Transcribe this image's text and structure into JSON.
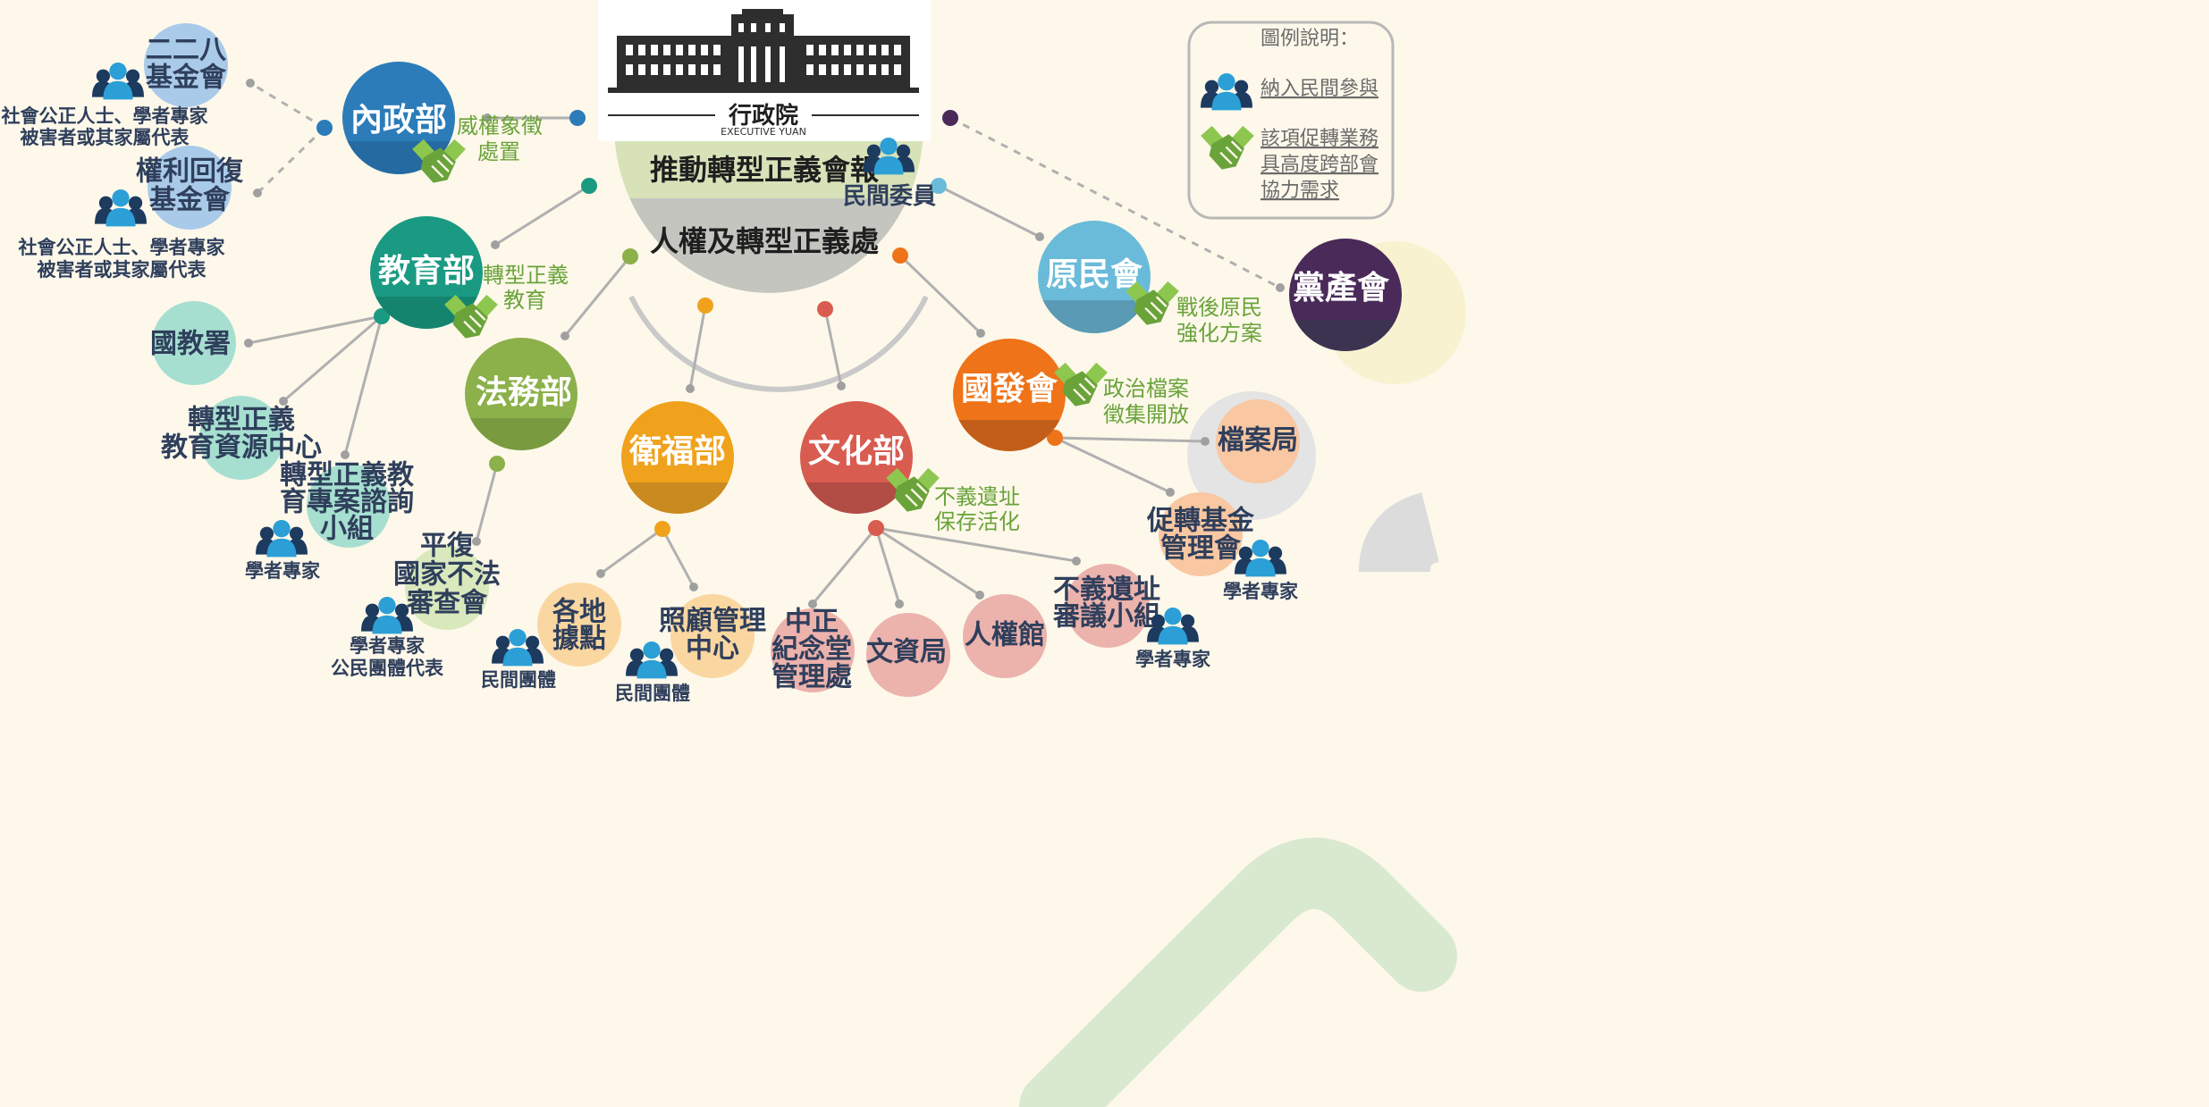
{
  "center": {
    "name": "行政院",
    "name_en": "EXECUTIVE YUAN",
    "committee": "推動轉型正義會報",
    "committee_member": "民間委員",
    "office": "人權及轉型正義處"
  },
  "legend": {
    "title": "圖例說明：",
    "civil_participation": "納入民間參與",
    "cross_agency": [
      "該項促轉業務",
      "具高度跨部會",
      "協力需求"
    ]
  },
  "ministries": {
    "interior": "內政部",
    "education": "教育部",
    "justice": "法務部",
    "health": "衛福部",
    "culture": "文化部",
    "ndc": "國發會",
    "indigenous": "原民會",
    "party_assets": "黨產會"
  },
  "agencies": {
    "228": [
      "二二八",
      "基金會"
    ],
    "rights": [
      "權利回復",
      "基金會"
    ],
    "k12": "國教署",
    "tj_resource": [
      "轉型正義",
      "教育資源中心"
    ],
    "tj_advisory": [
      "轉型正義教",
      "育專案諮詢",
      "小組"
    ],
    "redress": [
      "平復",
      "國家不法",
      "審查會"
    ],
    "local": [
      "各地",
      "據點"
    ],
    "care": [
      "照顧管理",
      "中心"
    ],
    "cks": [
      "中正",
      "紀念堂",
      "管理處"
    ],
    "heritage": "文資局",
    "human_rights_museum": "人權館",
    "unjust_sites": [
      "不義遺址",
      "審議小組"
    ],
    "archives": "檔案局",
    "tj_foundation": [
      "促轉基金",
      "管理會"
    ]
  },
  "tasks": {
    "authoritarian_symbols": [
      "威權象徵",
      "處置"
    ],
    "tj_education": [
      "轉型正義",
      "教育"
    ],
    "unjust_sites": [
      "不義遺址",
      "保存活化"
    ],
    "political_archives": [
      "政治檔案",
      "徵集開放"
    ],
    "indigenous_plan": [
      "戰後原民",
      "強化方案"
    ]
  },
  "participants": {
    "p228": [
      "社會公正人士、學者專家",
      "被害者或其家屬代表"
    ],
    "prights": [
      "社會公正人士、學者專家",
      "被害者或其家屬代表"
    ],
    "advisory": "學者專家",
    "redress": [
      "學者專家",
      "公民團體代表"
    ],
    "local": "民間團體",
    "care": "民間團體",
    "unjust_sites": "學者專家",
    "tj_foundation": "學者專家"
  },
  "colors": {
    "background": "#fdf8ea",
    "interior": "#2b7cb9",
    "education": "#1a9a82",
    "justice": "#8cb04a",
    "health": "#f0a21c",
    "culture": "#d85c4f",
    "ndc": "#ef7318",
    "indigenous": "#6abbd9",
    "party_assets": "#4a2a58",
    "cross_agency_green": "#6aa33a"
  },
  "icons": {
    "civil_participation": "people-group-icon",
    "cross_agency": "handshake-icon",
    "center": "executive-yuan-building-icon"
  }
}
